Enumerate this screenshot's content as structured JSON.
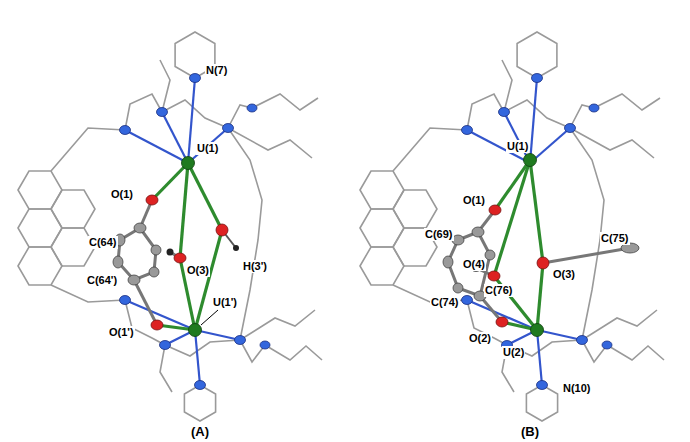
{
  "diagram": {
    "labels": [
      "N(7)",
      "U(1)",
      "O(1)",
      "C(64)",
      "O(3)",
      "H(3')",
      "C(64')",
      "O(1')",
      "U(1')",
      "(A)",
      "U(1)",
      "O(1)",
      "C(69)",
      "O(4)",
      "O(3)",
      "C(75)",
      "C(74)",
      "C(76)",
      "O(2)",
      "U(2)",
      "N(10)",
      "(B)"
    ]
  }
}
